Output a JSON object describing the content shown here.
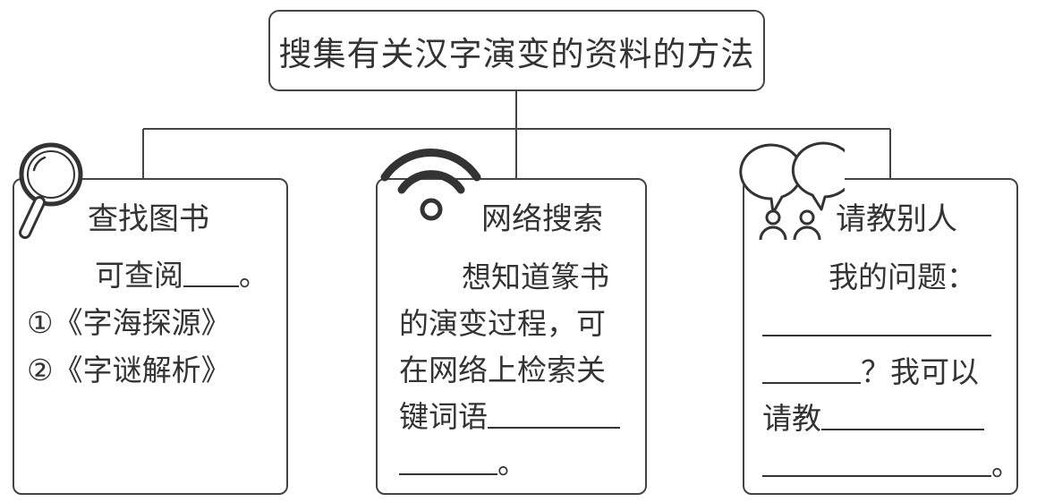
{
  "title": "搜集有关汉字演变的资料的方法",
  "cards": [
    {
      "icon": "magnifier-icon",
      "heading": "查找图书",
      "intro": "可查阅",
      "intro_end": "。",
      "items": [
        "①《字海探源》",
        "②《字谜解析》"
      ]
    },
    {
      "icon": "wifi-icon",
      "heading": "网络搜索",
      "lines": [
        "想知道篆书",
        "的演变过程，可",
        "在网络上检索关",
        "键词语"
      ],
      "end": "。"
    },
    {
      "icon": "people-chat-icon",
      "heading": "请教别人",
      "prompt": "我的问题：",
      "question_mark": "？",
      "can_ask": "我可以",
      "ask_label": "请教",
      "end": "。"
    }
  ]
}
